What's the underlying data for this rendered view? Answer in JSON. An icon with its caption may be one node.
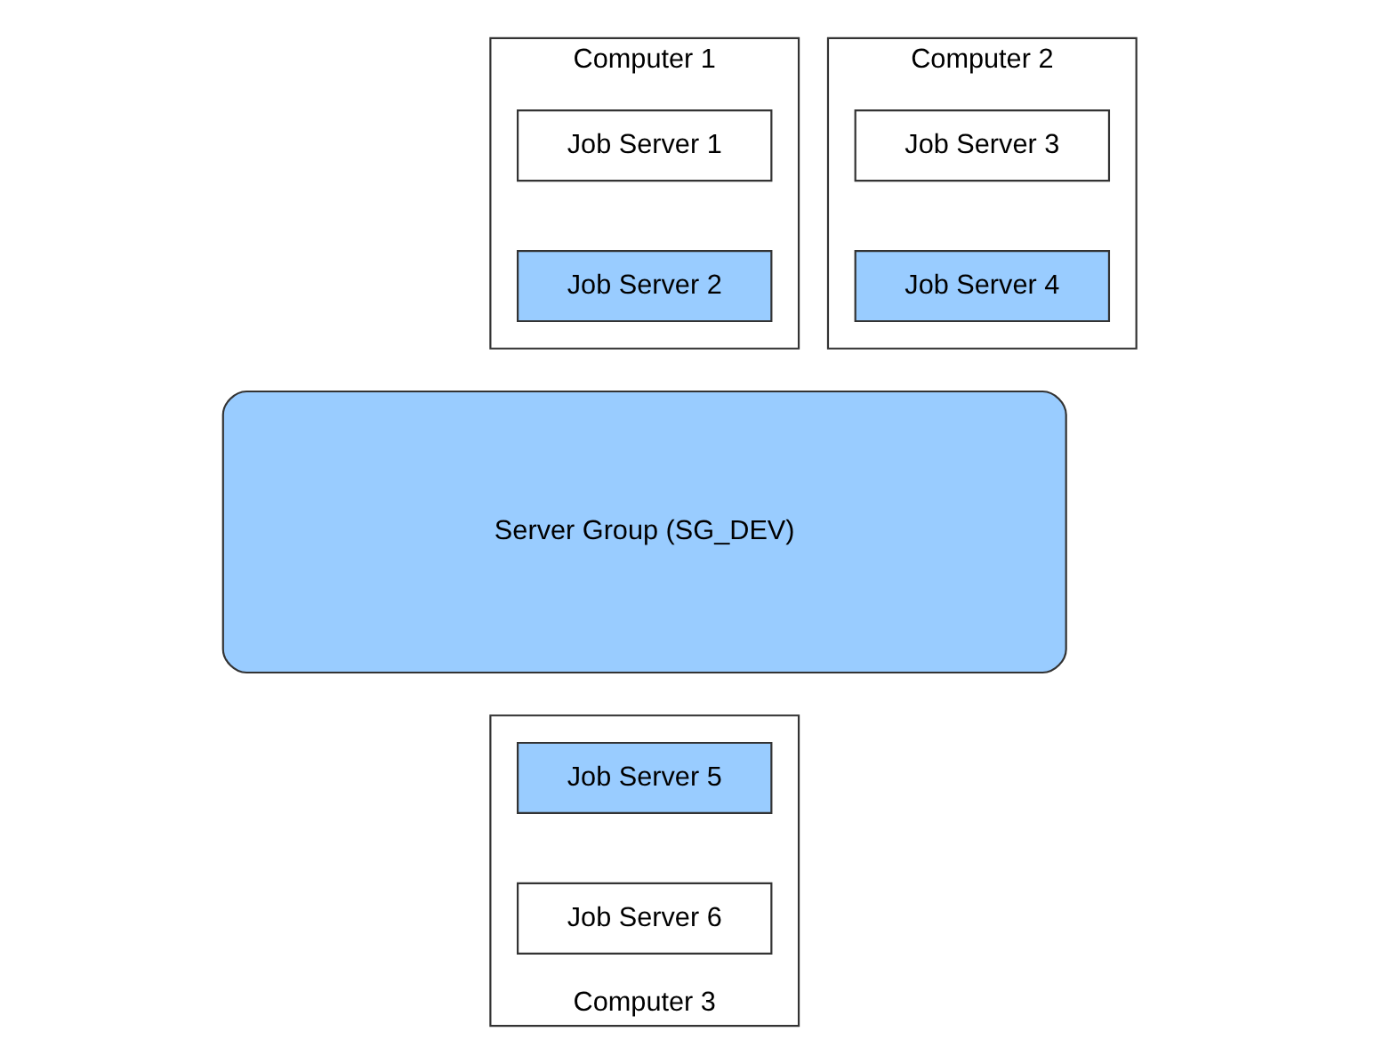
{
  "diagram": {
    "nodes": [
      {
        "text": [
          "Computer 1"
        ]
      },
      {
        "text": [
          "Job Server 1"
        ],
        "in": 0
      },
      {
        "text": [
          "Job Server 2"
        ],
        "in": 0
      },
      {
        "text": [
          "Computer 2"
        ]
      },
      {
        "text": [
          "Job Server 3"
        ],
        "in": 3
      },
      {
        "text": [
          "Job Server 4"
        ],
        "in": 3
      },
      {
        "text": [
          "Server Group (SG_DEV)"
        ]
      },
      {
        "text": [
          "Computer 3"
        ]
      },
      {
        "text": [
          "Job Server 5"
        ],
        "in": 7
      },
      {
        "text": [
          "Job Server 6"
        ],
        "in": 7
      }
    ],
    "edges": []
  }
}
